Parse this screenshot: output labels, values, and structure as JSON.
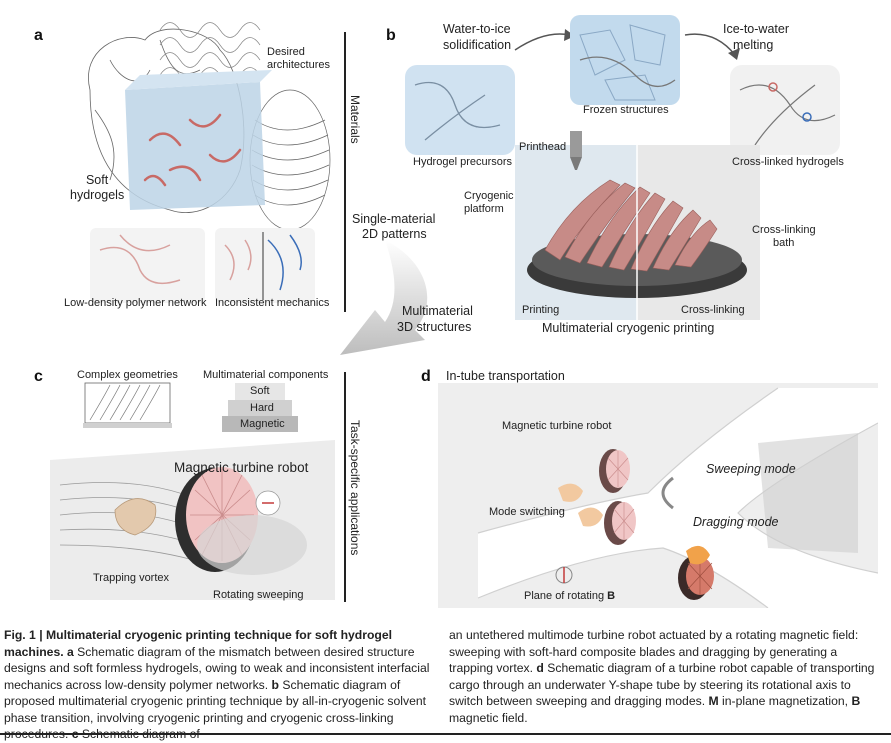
{
  "panel_a": {
    "letter": "a",
    "desired_architectures": "Desired\narchitectures",
    "soft_hydrogels": "Soft\nhydrogels",
    "low_density": "Low-density polymer network",
    "inconsistent": "Inconsistent mechanics"
  },
  "side_labels": {
    "materials": "Materials",
    "task_specific": "Task-specific applications"
  },
  "middle": {
    "single_material_1": "Single-material",
    "single_material_2": "2D patterns",
    "multimaterial_1": "Multimaterial",
    "multimaterial_2": "3D structures"
  },
  "panel_b": {
    "letter": "b",
    "water_to_ice_1": "Water-to-ice",
    "water_to_ice_2": "solidification",
    "ice_to_water_1": "Ice-to-water",
    "ice_to_water_2": "melting",
    "frozen_structures": "Frozen structures",
    "hydrogel_precursors": "Hydrogel precursors",
    "printhead": "Printhead",
    "cross_linked_hydrogels": "Cross-linked hydrogels",
    "cryogenic_platform_1": "Cryogenic",
    "cryogenic_platform_2": "platform",
    "cross_linking_bath_1": "Cross-linking",
    "cross_linking_bath_2": "bath",
    "printing": "Printing",
    "cross_linking": "Cross-linking",
    "title": "Multimaterial cryogenic printing"
  },
  "panel_c": {
    "letter": "c",
    "complex_geometries": "Complex geometries",
    "multimaterial_components": "Multimaterial components",
    "soft": "Soft",
    "hard": "Hard",
    "magnetic": "Magnetic",
    "robot": "Magnetic turbine robot",
    "trapping_vortex": "Trapping vortex",
    "rotating_sweeping": "Rotating sweeping"
  },
  "panel_d": {
    "letter": "d",
    "title": "In-tube transportation",
    "robot": "Magnetic turbine robot",
    "sweeping_mode": "Sweeping mode",
    "mode_switching": "Mode switching",
    "dragging_mode": "Dragging mode",
    "plane_of_rotating": "Plane of rotating ",
    "plane_b": "B"
  },
  "caption": {
    "fig_title": "Fig. 1 | Multimaterial cryogenic printing technique for soft hydrogel machines.",
    "col1_rest": " Schematic diagram of the mismatch between desired structure designs and soft formless hydrogels, owing to weak and inconsistent interfacial mechanics across low-density polymer networks.",
    "b_letter": "b",
    "col1_b": " Schematic diagram of proposed multimaterial cryogenic printing technique by all-in-cryogenic solvent phase transition, involving cryogenic printing and cryogenic cross-linking procedures.",
    "c_letter": "c",
    "col1_c": " Schematic diagram of",
    "a_letter": "a",
    "col2_1": "an untethered multimode turbine robot actuated by a rotating magnetic field: sweeping with soft-hard composite blades and dragging by generating a trapping vortex.",
    "d_letter": "d",
    "col2_d": " Schematic diagram of a turbine robot capable of transporting cargo through an underwater Y-shape tube by steering its rotational axis to switch between sweeping and dragging modes.",
    "m_letter": "M",
    "col2_m": " in-plane magnetization,",
    "b_field_letter": "B",
    "col2_b": " magnetic field."
  },
  "colors": {
    "hydrogel_blue": "#bcd3e6",
    "polymer_red": "#c86a66",
    "magnetic_blue": "#3a6db8",
    "grey_arrow": "#bfbfbf"
  }
}
